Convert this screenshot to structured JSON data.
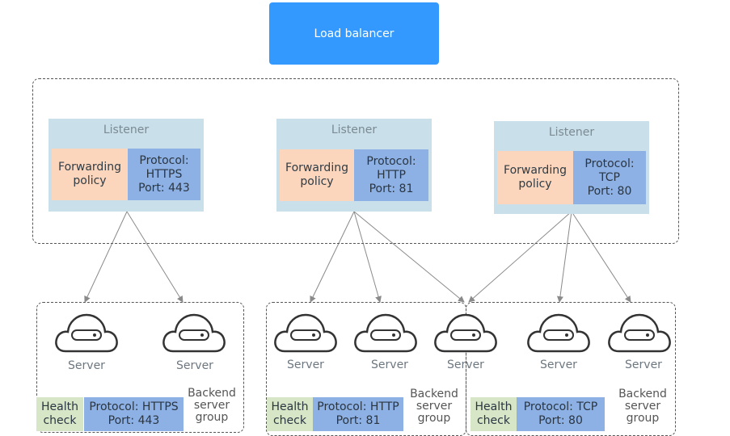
{
  "load_balancer": {
    "label": "Load balancer"
  },
  "listeners": [
    {
      "title": "Listener",
      "policy": [
        "Forwarding",
        "policy"
      ],
      "protocol": [
        "Protocol:",
        "HTTPS",
        "Port: 443"
      ]
    },
    {
      "title": "Listener",
      "policy": [
        "Forwarding",
        "policy"
      ],
      "protocol": [
        "Protocol:",
        "HTTP",
        "Port: 81"
      ]
    },
    {
      "title": "Listener",
      "policy": [
        "Forwarding",
        "policy"
      ],
      "protocol": [
        "Protocol: TCP",
        "Port: 80"
      ]
    }
  ],
  "server_label": "Server",
  "groups": [
    {
      "health": [
        "Health",
        "check"
      ],
      "protocol": [
        "Protocol: HTTPS",
        "Port: 443"
      ],
      "label": [
        "Backend",
        "server",
        "group"
      ]
    },
    {
      "health": [
        "Health",
        "check"
      ],
      "protocol": [
        "Protocol: HTTP",
        "Port: 81"
      ],
      "label": [
        "Backend",
        "server",
        "group"
      ]
    },
    {
      "health": [
        "Health",
        "check"
      ],
      "protocol": [
        "Protocol: TCP",
        "Port: 80"
      ],
      "label": [
        "Backend",
        "server",
        "group"
      ]
    }
  ]
}
